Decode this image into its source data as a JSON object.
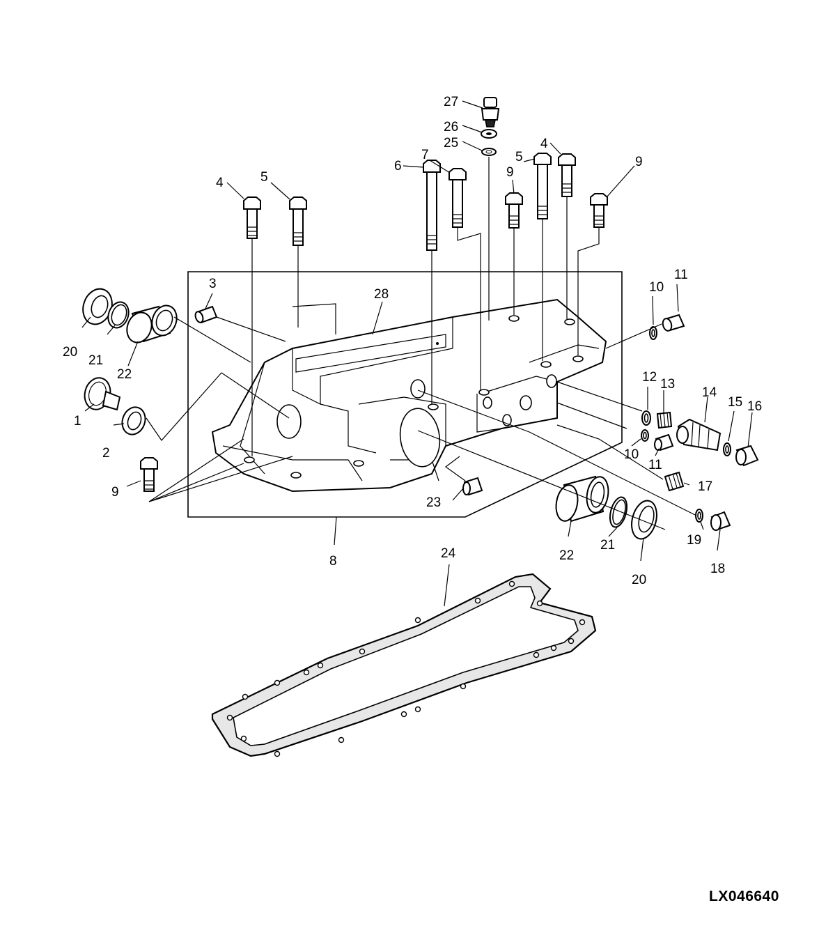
{
  "figure_code": "LX046640",
  "callouts": {
    "c1": "1",
    "c2": "2",
    "c3": "3",
    "c4a": "4",
    "c4b": "4",
    "c5a": "5",
    "c5b": "5",
    "c6": "6",
    "c7": "7",
    "c8": "8",
    "c9a": "9",
    "c9b": "9",
    "c9c": "9",
    "c10a": "10",
    "c10b": "10",
    "c11a": "11",
    "c11b": "11",
    "c12": "12",
    "c13": "13",
    "c14": "14",
    "c15": "15",
    "c16": "16",
    "c17": "17",
    "c18": "18",
    "c19": "19",
    "c20a": "20",
    "c20b": "20",
    "c21a": "21",
    "c21b": "21",
    "c22a": "22",
    "c22b": "22",
    "c23": "23",
    "c24": "24",
    "c25": "25",
    "c26": "26",
    "c27": "27",
    "c28": "28"
  }
}
